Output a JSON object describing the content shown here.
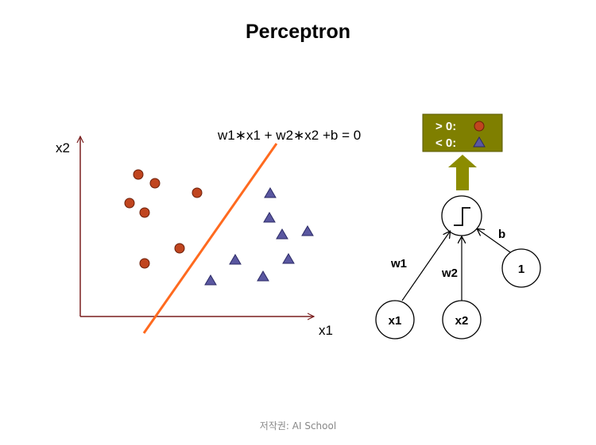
{
  "title": "Perceptron",
  "equation": "w1∗x1 + w2∗x2 +b = 0",
  "axes": {
    "x_label": "x1",
    "y_label": "x2"
  },
  "classes": {
    "circle": {
      "color": "#C0451F"
    },
    "triangle": {
      "color": "#5A57A0"
    }
  },
  "boundary_color": "#FF6A1F",
  "output_box": {
    "positive_label": "> 0:",
    "negative_label": "< 0:",
    "fill_color": "#7F7F00"
  },
  "arrow_color": "#8C8C00",
  "perceptron": {
    "inputs": [
      "x1",
      "x2",
      "1"
    ],
    "weights": [
      "w1",
      "w2",
      "b"
    ]
  },
  "credit": "저작권: AI School"
}
